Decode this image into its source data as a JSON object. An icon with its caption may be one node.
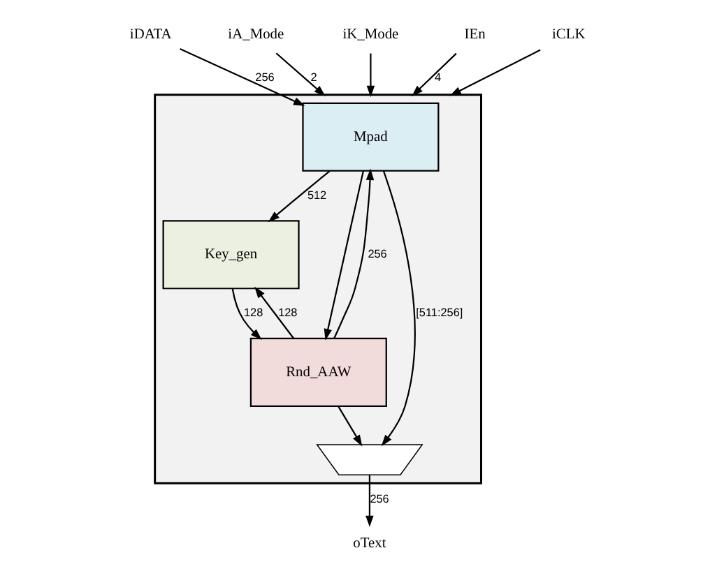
{
  "diagram": {
    "nodes": [
      {
        "text": [
          "iDATA"
        ]
      },
      {
        "text": [
          "iA_Mode"
        ]
      },
      {
        "text": [
          "iK_Mode"
        ]
      },
      {
        "text": [
          "IEn"
        ]
      },
      {
        "text": [
          "iCLK"
        ]
      },
      {
        "text": [],
        "shape": "box"
      },
      {
        "text": [
          "Mpad"
        ],
        "in": 5
      },
      {
        "text": [
          "Key_gen"
        ],
        "in": 5
      },
      {
        "text": [
          "Rnd_AAW"
        ],
        "in": 5
      },
      {
        "text": [],
        "shape": "trapezoid",
        "in": 5
      },
      {
        "text": [
          "oText"
        ]
      }
    ],
    "edges": [
      {
        "from": 0,
        "to": 6,
        "arrow": "to",
        "label": "256"
      },
      {
        "from": 1,
        "to": 5,
        "arrow": "to",
        "label": "2"
      },
      {
        "from": 2,
        "to": 5,
        "arrow": "to"
      },
      {
        "from": 3,
        "to": 5,
        "arrow": "to",
        "label": "4"
      },
      {
        "from": 4,
        "to": 5,
        "arrow": "to"
      },
      {
        "from": 6,
        "to": 7,
        "arrow": "to",
        "label": "512"
      },
      {
        "from": 6,
        "to": 8,
        "arrow": "to"
      },
      {
        "from": 6,
        "to": 9,
        "arrow": "to",
        "label": "[511:256]"
      },
      {
        "from": 8,
        "to": 7,
        "arrow": "to",
        "label": "128"
      },
      {
        "from": 7,
        "to": 8,
        "arrow": "to",
        "label": "128"
      },
      {
        "from": 8,
        "to": 6,
        "arrow": "to",
        "label": "256"
      },
      {
        "from": 8,
        "to": 9,
        "arrow": "to"
      },
      {
        "from": 9,
        "to": 10,
        "arrow": "to",
        "label": "256"
      }
    ]
  }
}
